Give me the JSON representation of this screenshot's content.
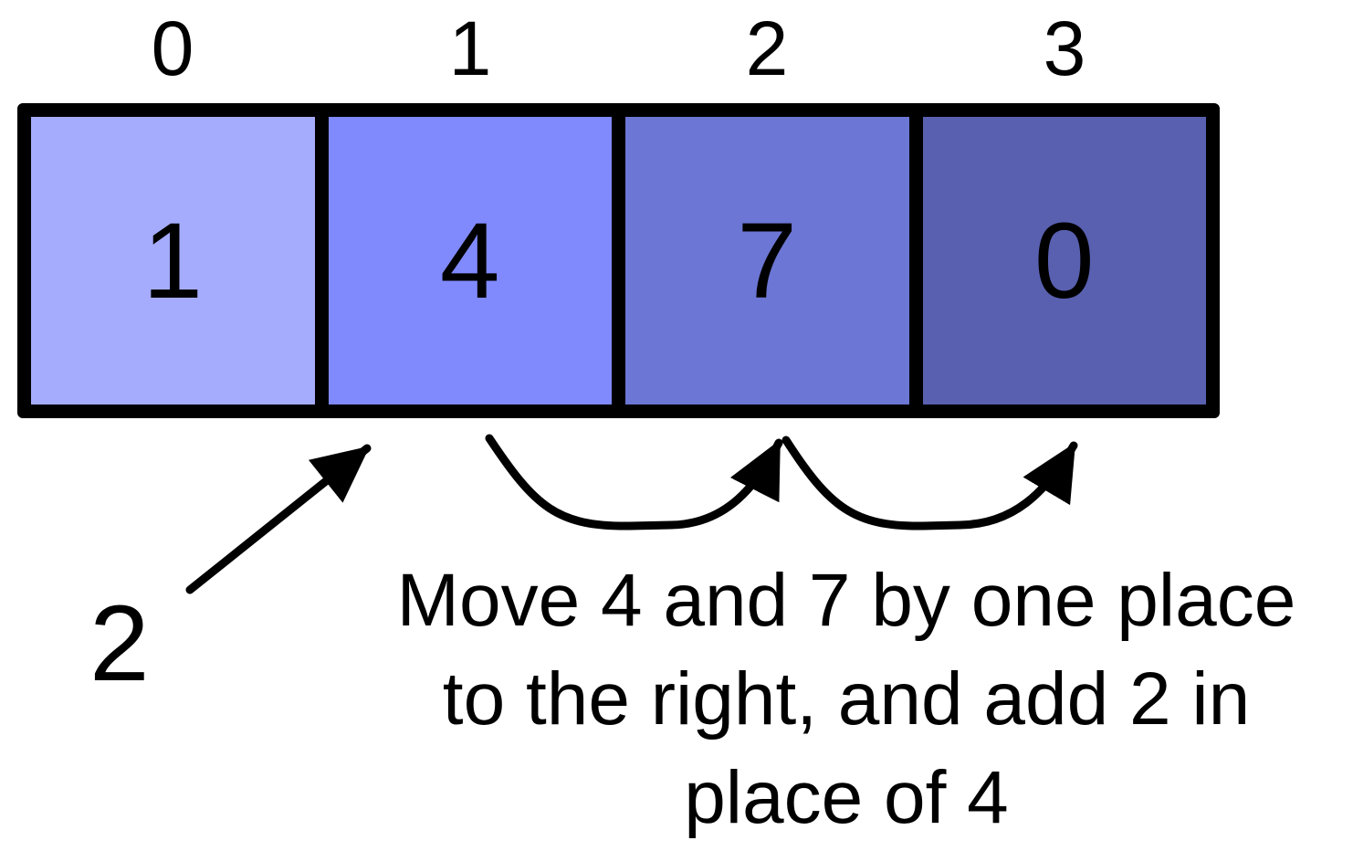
{
  "indices": [
    "0",
    "1",
    "2",
    "3"
  ],
  "cells": [
    {
      "value": "1",
      "color": "#a6acfd"
    },
    {
      "value": "4",
      "color": "#808afd"
    },
    {
      "value": "7",
      "color": "#6c76d4"
    },
    {
      "value": "0",
      "color": "#5960b0"
    }
  ],
  "new_value": "2",
  "caption": {
    "line1": "Move 4 and 7 by one place",
    "line2": "to the right, and add 2 in",
    "line3": "place of 4"
  }
}
